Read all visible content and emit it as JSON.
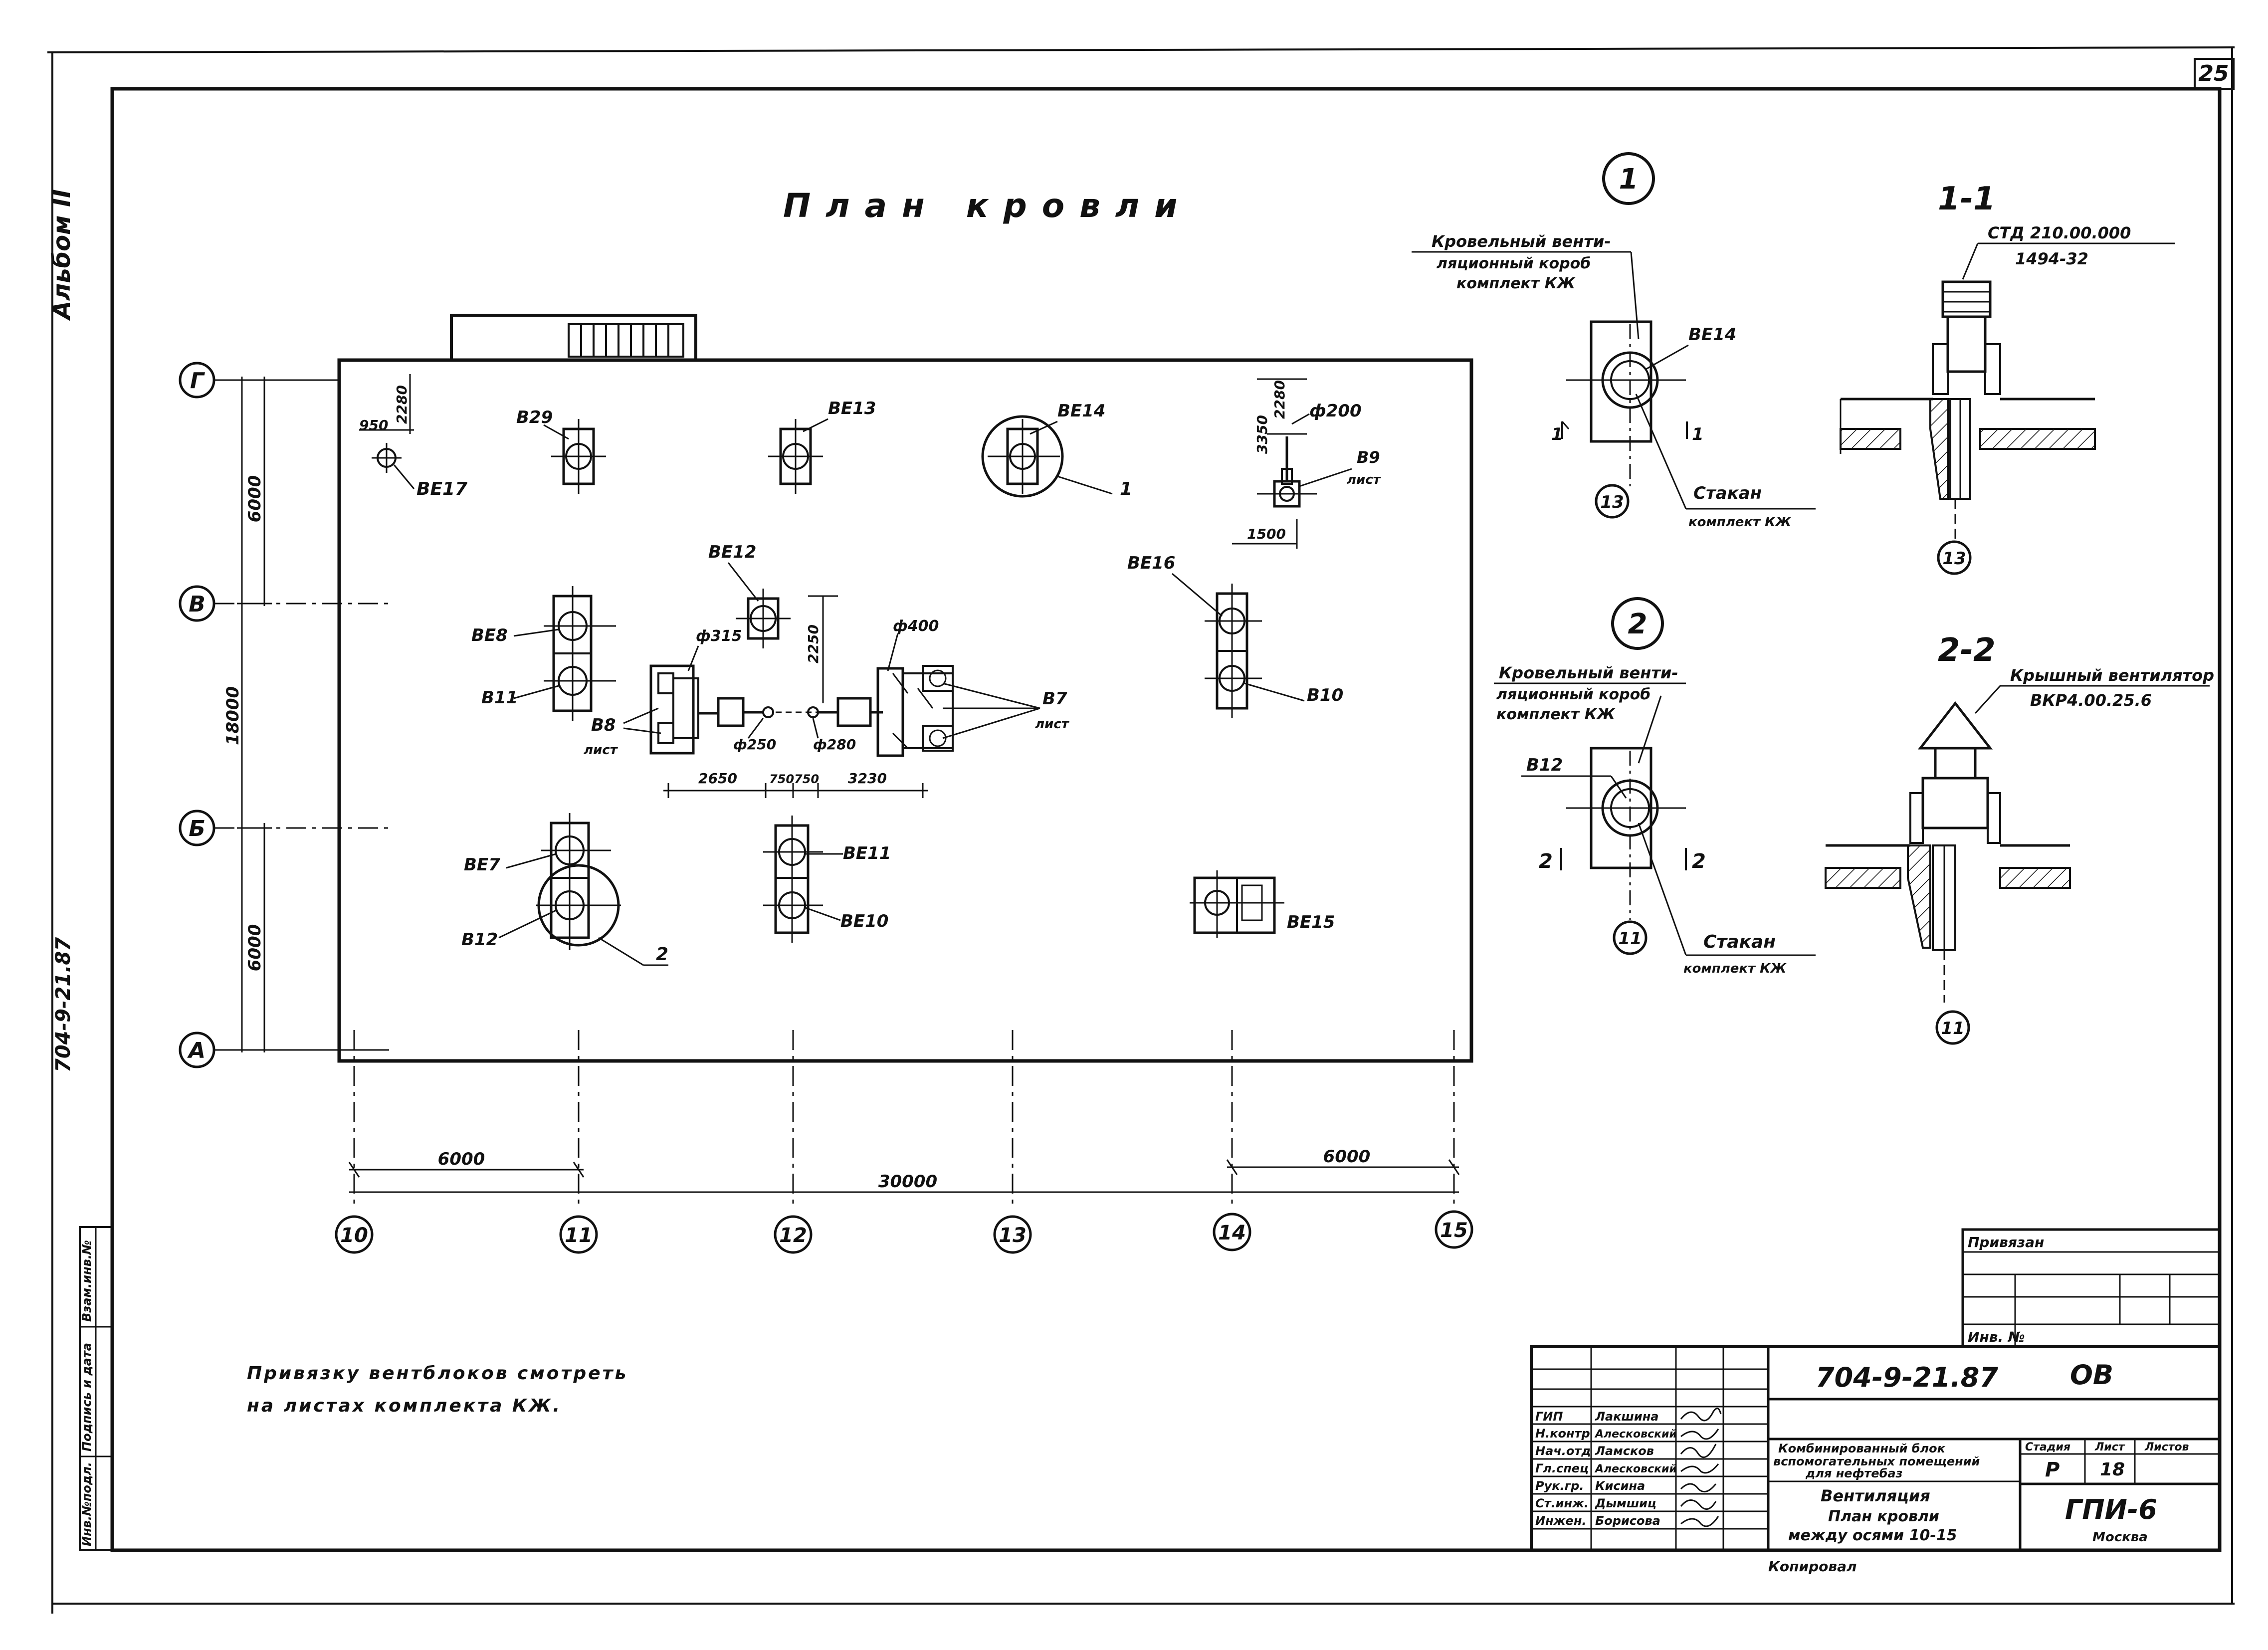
{
  "sheet": {
    "page_number": "25",
    "album": "Альбом II",
    "project_code_side": "704-9-21.87",
    "side_stamp": [
      "Инв.№подл.",
      "Подпись и дата",
      "Взам.инв.№"
    ],
    "note": [
      "Привязку вентблоков смотреть",
      "на листах комплекта КЖ."
    ],
    "copied": "Копировал"
  },
  "plan": {
    "title": "План кровли",
    "row_axes": [
      "Г",
      "В",
      "Б",
      "А"
    ],
    "col_axes": [
      "10",
      "11",
      "12",
      "13",
      "14",
      "15"
    ],
    "dims_vertical": [
      "6000",
      "18000",
      "6000"
    ],
    "dims_horizontal": [
      "6000",
      "30000",
      "6000"
    ],
    "local_dims": [
      "950",
      "2280",
      "3350",
      "2280",
      "1500",
      "2250",
      "2650",
      "750",
      "750",
      "3230"
    ],
    "diameters": [
      "ф200",
      "ф315",
      "ф400",
      "ф250",
      "ф280"
    ],
    "units": [
      "В29",
      "ВЕ13",
      "ВЕ14",
      "ВЕ17",
      "В9",
      "лист",
      "ВЕ16",
      "ВЕ12",
      "ВЕ8",
      "В11",
      "В8",
      "лист",
      "В7",
      "лист",
      "В10",
      "ВЕ7",
      "В12",
      "ВЕ11",
      "ВЕ10",
      "ВЕ15"
    ],
    "callouts": [
      "1",
      "2"
    ]
  },
  "detail1": {
    "marker": "1",
    "roof_box": [
      "Кровельный венти-",
      "ляционный короб",
      "комплект КЖ"
    ],
    "unit": "ВЕ14",
    "sleeve": [
      "Стакан",
      "комплект КЖ"
    ],
    "axis": "13",
    "section_marks": [
      "1",
      "1"
    ]
  },
  "detail2": {
    "marker": "2",
    "roof_box": [
      "Кровельный венти-",
      "ляционный короб",
      "комплект КЖ"
    ],
    "unit": "В12",
    "sleeve": [
      "Стакан",
      "комплект КЖ"
    ],
    "axis": "11",
    "section_marks": [
      "2",
      "2"
    ]
  },
  "section1": {
    "title": "1-1",
    "ref": [
      "СТД 210.00.000",
      "1494-32"
    ],
    "axis": "13"
  },
  "section2": {
    "title": "2-2",
    "ref": [
      "Крышный вентилятор",
      "ВКР4.00.25.6"
    ],
    "axis": "11"
  },
  "title_block": {
    "privyazan": "Привязан",
    "inv_no": "Инв. №",
    "doc_code": "704-9-21.87",
    "mark": "ОВ",
    "roles": [
      "ГИП",
      "Н.контр",
      "Нач.отд",
      "Гл.спец",
      "Рук.гр.",
      "Ст.инж.",
      "Инжен."
    ],
    "names": [
      "Лакшина",
      "Алесковский",
      "Ламсков",
      "Алесковский",
      "Кисина",
      "Дымшиц",
      "Борисова"
    ],
    "object": [
      "Комбинированный блок",
      "вспомогательных помещений",
      "для нефтебаз"
    ],
    "sheet_title": [
      "Вентиляция",
      "План кровли",
      "между осями 10-15"
    ],
    "stage_label": "Стадия",
    "sheet_label": "Лист",
    "sheets_label": "Листов",
    "stage": "Р",
    "sheet_no": "18",
    "org": "ГПИ-6",
    "city": "Москва"
  }
}
